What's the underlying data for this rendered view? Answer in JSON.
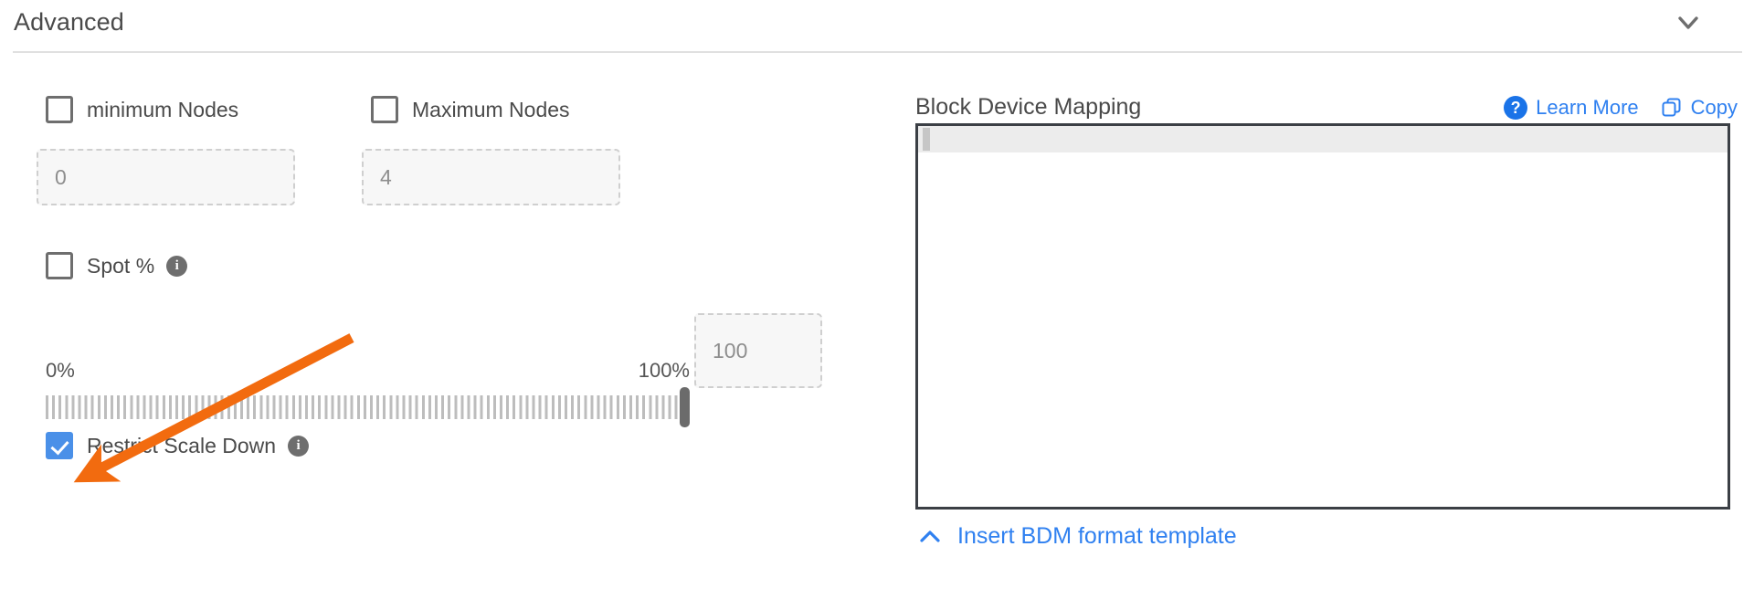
{
  "section": {
    "title": "Advanced",
    "collapse_icon": "chevron-down-icon"
  },
  "left": {
    "min_nodes": {
      "label": "minimum Nodes",
      "checked": false,
      "input_value": "0"
    },
    "max_nodes": {
      "label": "Maximum Nodes",
      "checked": false,
      "input_value": "4"
    },
    "spot": {
      "label": "Spot %",
      "checked": false,
      "info_icon": "info-icon",
      "info_glyph": "i"
    },
    "slider": {
      "min_label": "0%",
      "max_label": "100%",
      "value": 100,
      "value_input": "100"
    },
    "restrict_scale_down": {
      "label": "Restrict Scale Down",
      "checked": true,
      "info_icon": "info-icon",
      "info_glyph": "i"
    }
  },
  "right": {
    "title": "Block Device Mapping",
    "learn_more": {
      "label": "Learn More",
      "icon": "question-mark-icon",
      "glyph": "?"
    },
    "copy": {
      "label": "Copy",
      "icon": "copy-icon"
    },
    "editor": {
      "value": ""
    },
    "insert_template": {
      "label": "Insert BDM format template",
      "icon": "chevron-up-icon"
    }
  },
  "annotation": {
    "type": "arrow",
    "color": "#f26b0f",
    "points_to": "restrict-scale-down-checkbox"
  },
  "colors": {
    "accent_blue": "#2f80f0",
    "checkbox_checked": "#4a90e8",
    "annotation_orange": "#f26b0f",
    "text": "#4a4a4a",
    "divider": "#e0e0e0"
  }
}
